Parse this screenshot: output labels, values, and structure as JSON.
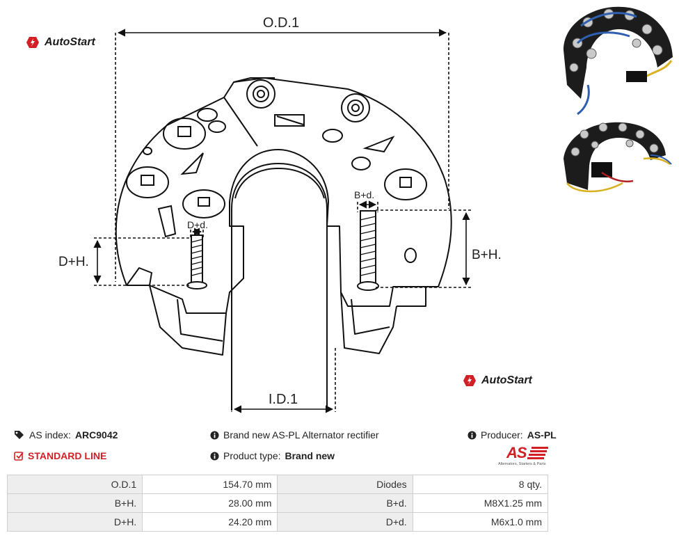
{
  "brand_logo_text": "AutoStart",
  "drawing_labels": {
    "od1": "O.D.1",
    "id1": "I.D.1",
    "bh": "B+H.",
    "dh": "D+H.",
    "bd": "B+d.",
    "dd": "D+d."
  },
  "info": {
    "as_index_label": "AS index:",
    "as_index_value": "ARC9042",
    "standard_line": "STANDARD LINE",
    "description": "Brand new AS-PL Alternator rectifier",
    "product_type_label": "Product type:",
    "product_type_value": "Brand new",
    "producer_label": "Producer:",
    "producer_value": "AS-PL"
  },
  "producer_logo": {
    "text": "AS",
    "tagline": "Alternators, Starters & Parts",
    "color": "#d21f26"
  },
  "specs": [
    {
      "k1": "O.D.1",
      "v1": "154.70 mm",
      "k2": "Diodes",
      "v2": "8 qty."
    },
    {
      "k1": "B+H.",
      "v1": "28.00 mm",
      "k2": "B+d.",
      "v2": "M8X1.25 mm"
    },
    {
      "k1": "D+H.",
      "v1": "24.20 mm",
      "k2": "D+d.",
      "v2": "M6x1.0 mm"
    }
  ],
  "colors": {
    "accent": "#d21f26",
    "line": "#1a1a1a",
    "table_header_bg": "#eeeeee"
  },
  "icons": [
    "tag-icon",
    "info-icon",
    "checkbox-icon",
    "autostart-logo-icon"
  ]
}
